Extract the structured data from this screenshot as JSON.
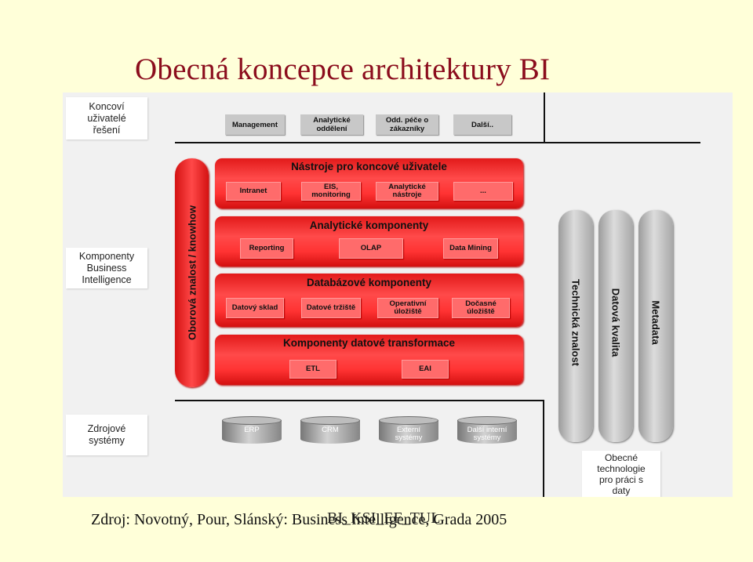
{
  "title": "Obecná koncepce architektury BI",
  "source_note": "Zdroj: Novotný, Pour, Slánský: Business Intelligence, Grada 2005",
  "watermark": "BI_KSI_EF_TUL",
  "left_labels": {
    "end_user": "Koncoví\nuživatelé\nřešení",
    "bi_components": "Komponenty\nBusiness\nIntelligence",
    "source_systems": "Zdrojové\nsystémy"
  },
  "top_users": [
    "Management",
    "Analytické\noddělení",
    "Odd. péče o\nzákazníky",
    "Další.."
  ],
  "vertical_domain": "Oborová znalost / knowhow",
  "panels": {
    "end_user_tools": {
      "title": "Nástroje pro koncové uživatele",
      "items": [
        "Intranet",
        "EIS,\nmonitoring",
        "Analytické\nnástroje",
        "..."
      ]
    },
    "analytic": {
      "title": "Analytické komponenty",
      "items": [
        "Reporting",
        "OLAP",
        "Data Mining"
      ]
    },
    "database": {
      "title": "Databázové komponenty",
      "items": [
        "Datový sklad",
        "Datové tržiště",
        "Operativní\núložiště",
        "Dočasné\núložiště"
      ]
    },
    "transform": {
      "title": "Komponenty datové transformace",
      "items": [
        "ETL",
        "EAI"
      ]
    }
  },
  "pillars": [
    "Technická znalost",
    "Datová kvalita",
    "Metadata"
  ],
  "databases": [
    "ERP",
    "CRM",
    "Externí\nsystémy",
    "Další interní\nsystémy"
  ],
  "general_tech": "Obecné\ntechnologie\npro práci s\ndaty"
}
